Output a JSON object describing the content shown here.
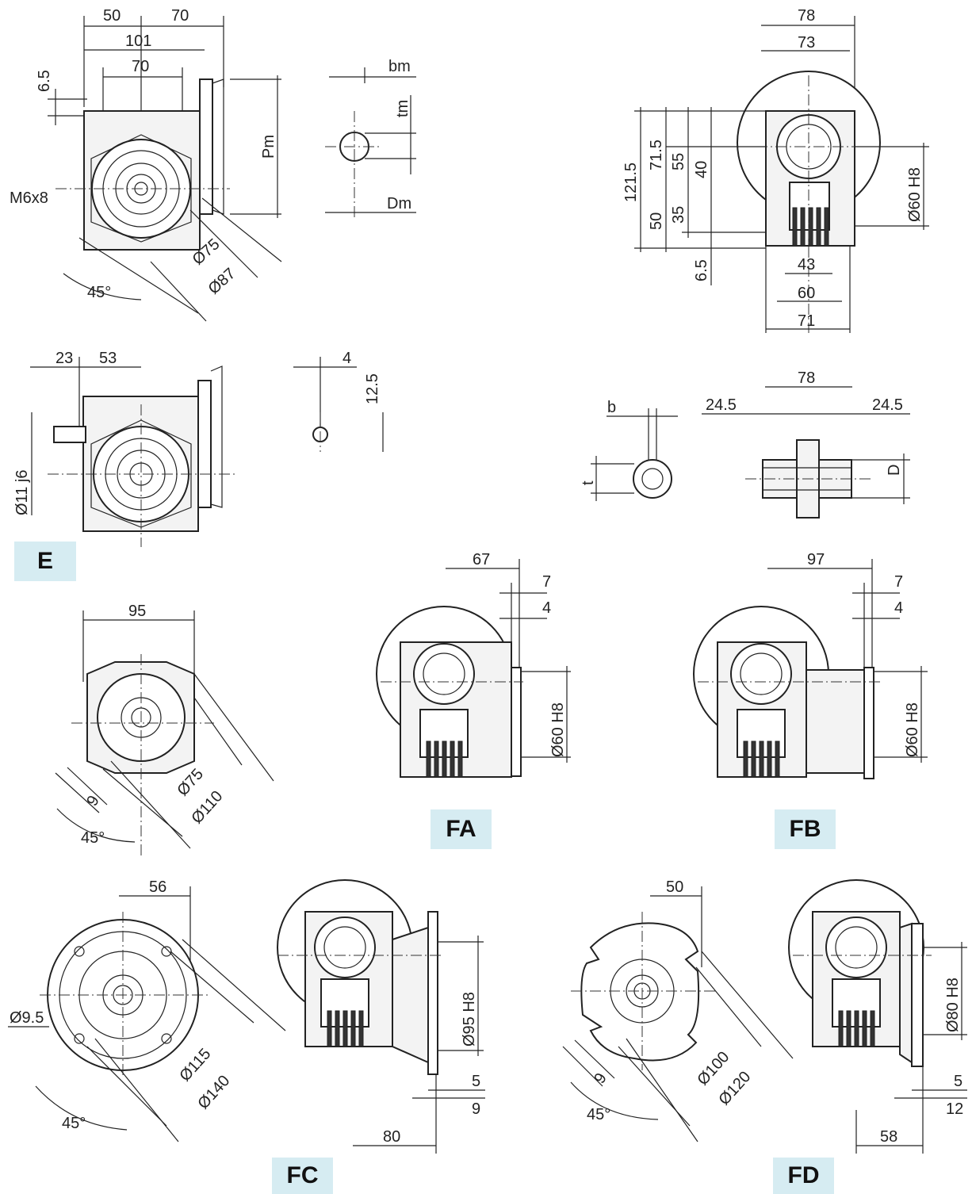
{
  "labels": {
    "e": "E",
    "fa": "FA",
    "fb": "FB",
    "fc": "FC",
    "fd": "FD"
  },
  "dims": {
    "top_left": {
      "d50": "50",
      "d70a": "70",
      "d101": "101",
      "d70b": "70",
      "d65": "6.5",
      "pm": "Pm",
      "m6x8": "M6x8",
      "d75": "Ø75",
      "d87": "Ø87",
      "a45": "45°"
    },
    "shaft_top": {
      "bm": "bm",
      "tm": "tm",
      "dm": "Dm"
    },
    "top_right": {
      "d78": "78",
      "d73": "73",
      "d1215": "121.5",
      "d715": "71.5",
      "d55": "55",
      "d40": "40",
      "d50": "50",
      "d35": "35",
      "d65": "6.5",
      "d60h8": "Ø60 H8",
      "d43": "43",
      "d60": "60",
      "d71": "71"
    },
    "e_view": {
      "d23": "23",
      "d53": "53",
      "d11j6": "Ø11 j6"
    },
    "key": {
      "d4": "4",
      "d125": "12.5"
    },
    "hollow": {
      "b": "b",
      "t": "t",
      "d78": "78",
      "d245a": "24.5",
      "d245b": "24.5",
      "dD": "D"
    },
    "flange_a_front": {
      "d95": "95",
      "d9": "9",
      "d75": "Ø75",
      "d110": "Ø110",
      "a45": "45°"
    },
    "fa": {
      "d67": "67",
      "d7": "7",
      "d4": "4",
      "d60h8": "Ø60 H8"
    },
    "fb": {
      "d97": "97",
      "d7": "7",
      "d4": "4",
      "d60h8": "Ø60 H8"
    },
    "fc_front": {
      "d56": "56",
      "d95": "Ø9.5",
      "d115": "Ø115",
      "d140": "Ø140",
      "a45": "45°"
    },
    "fc_side": {
      "d95h8": "Ø95 H8",
      "d5": "5",
      "d9": "9",
      "d80": "80"
    },
    "fd_front": {
      "d50": "50",
      "d9": "9",
      "d100": "Ø100",
      "d120": "Ø120",
      "a45": "45°"
    },
    "fd_side": {
      "d80h8": "Ø80 H8",
      "d5": "5",
      "d12": "12",
      "d58": "58"
    }
  }
}
